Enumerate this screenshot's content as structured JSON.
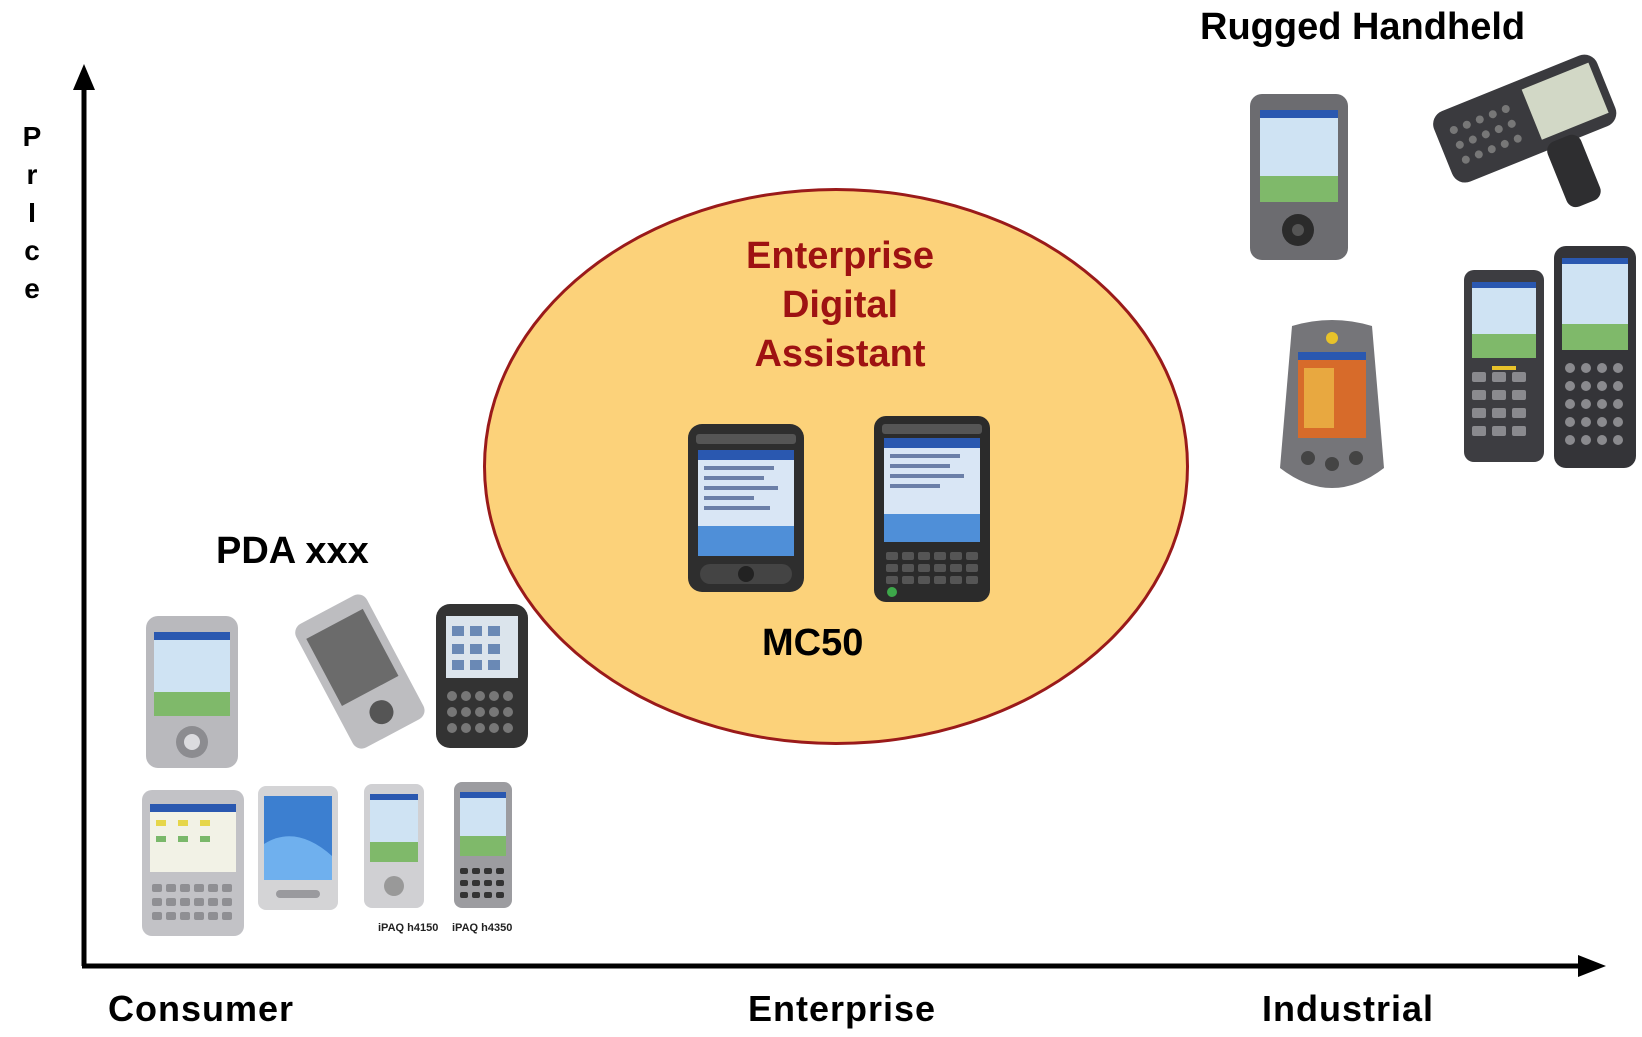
{
  "diagram": {
    "y_axis_title_letters": [
      "P",
      "r",
      "I",
      "c",
      "e"
    ],
    "x_axis_categories": [
      "Consumer",
      "Enterprise",
      "Industrial"
    ],
    "groups": {
      "pda": {
        "title": "PDA xxx",
        "device_captions": [
          "iPAQ h4150",
          "iPAQ h4350"
        ]
      },
      "eda": {
        "title_lines": [
          "Enterprise",
          "Digital",
          "Assistant"
        ],
        "model": "MC50"
      },
      "rugged": {
        "title": "Rugged Handheld"
      }
    },
    "colors": {
      "ellipse_fill": "#fcd27a",
      "ellipse_border": "#9a1a1a",
      "eda_title": "#9e1212",
      "axis": "#000000"
    },
    "icons": [
      "pda-device-icon",
      "smartphone-device-icon",
      "barcode-scanner-icon",
      "rugged-handheld-icon"
    ]
  }
}
